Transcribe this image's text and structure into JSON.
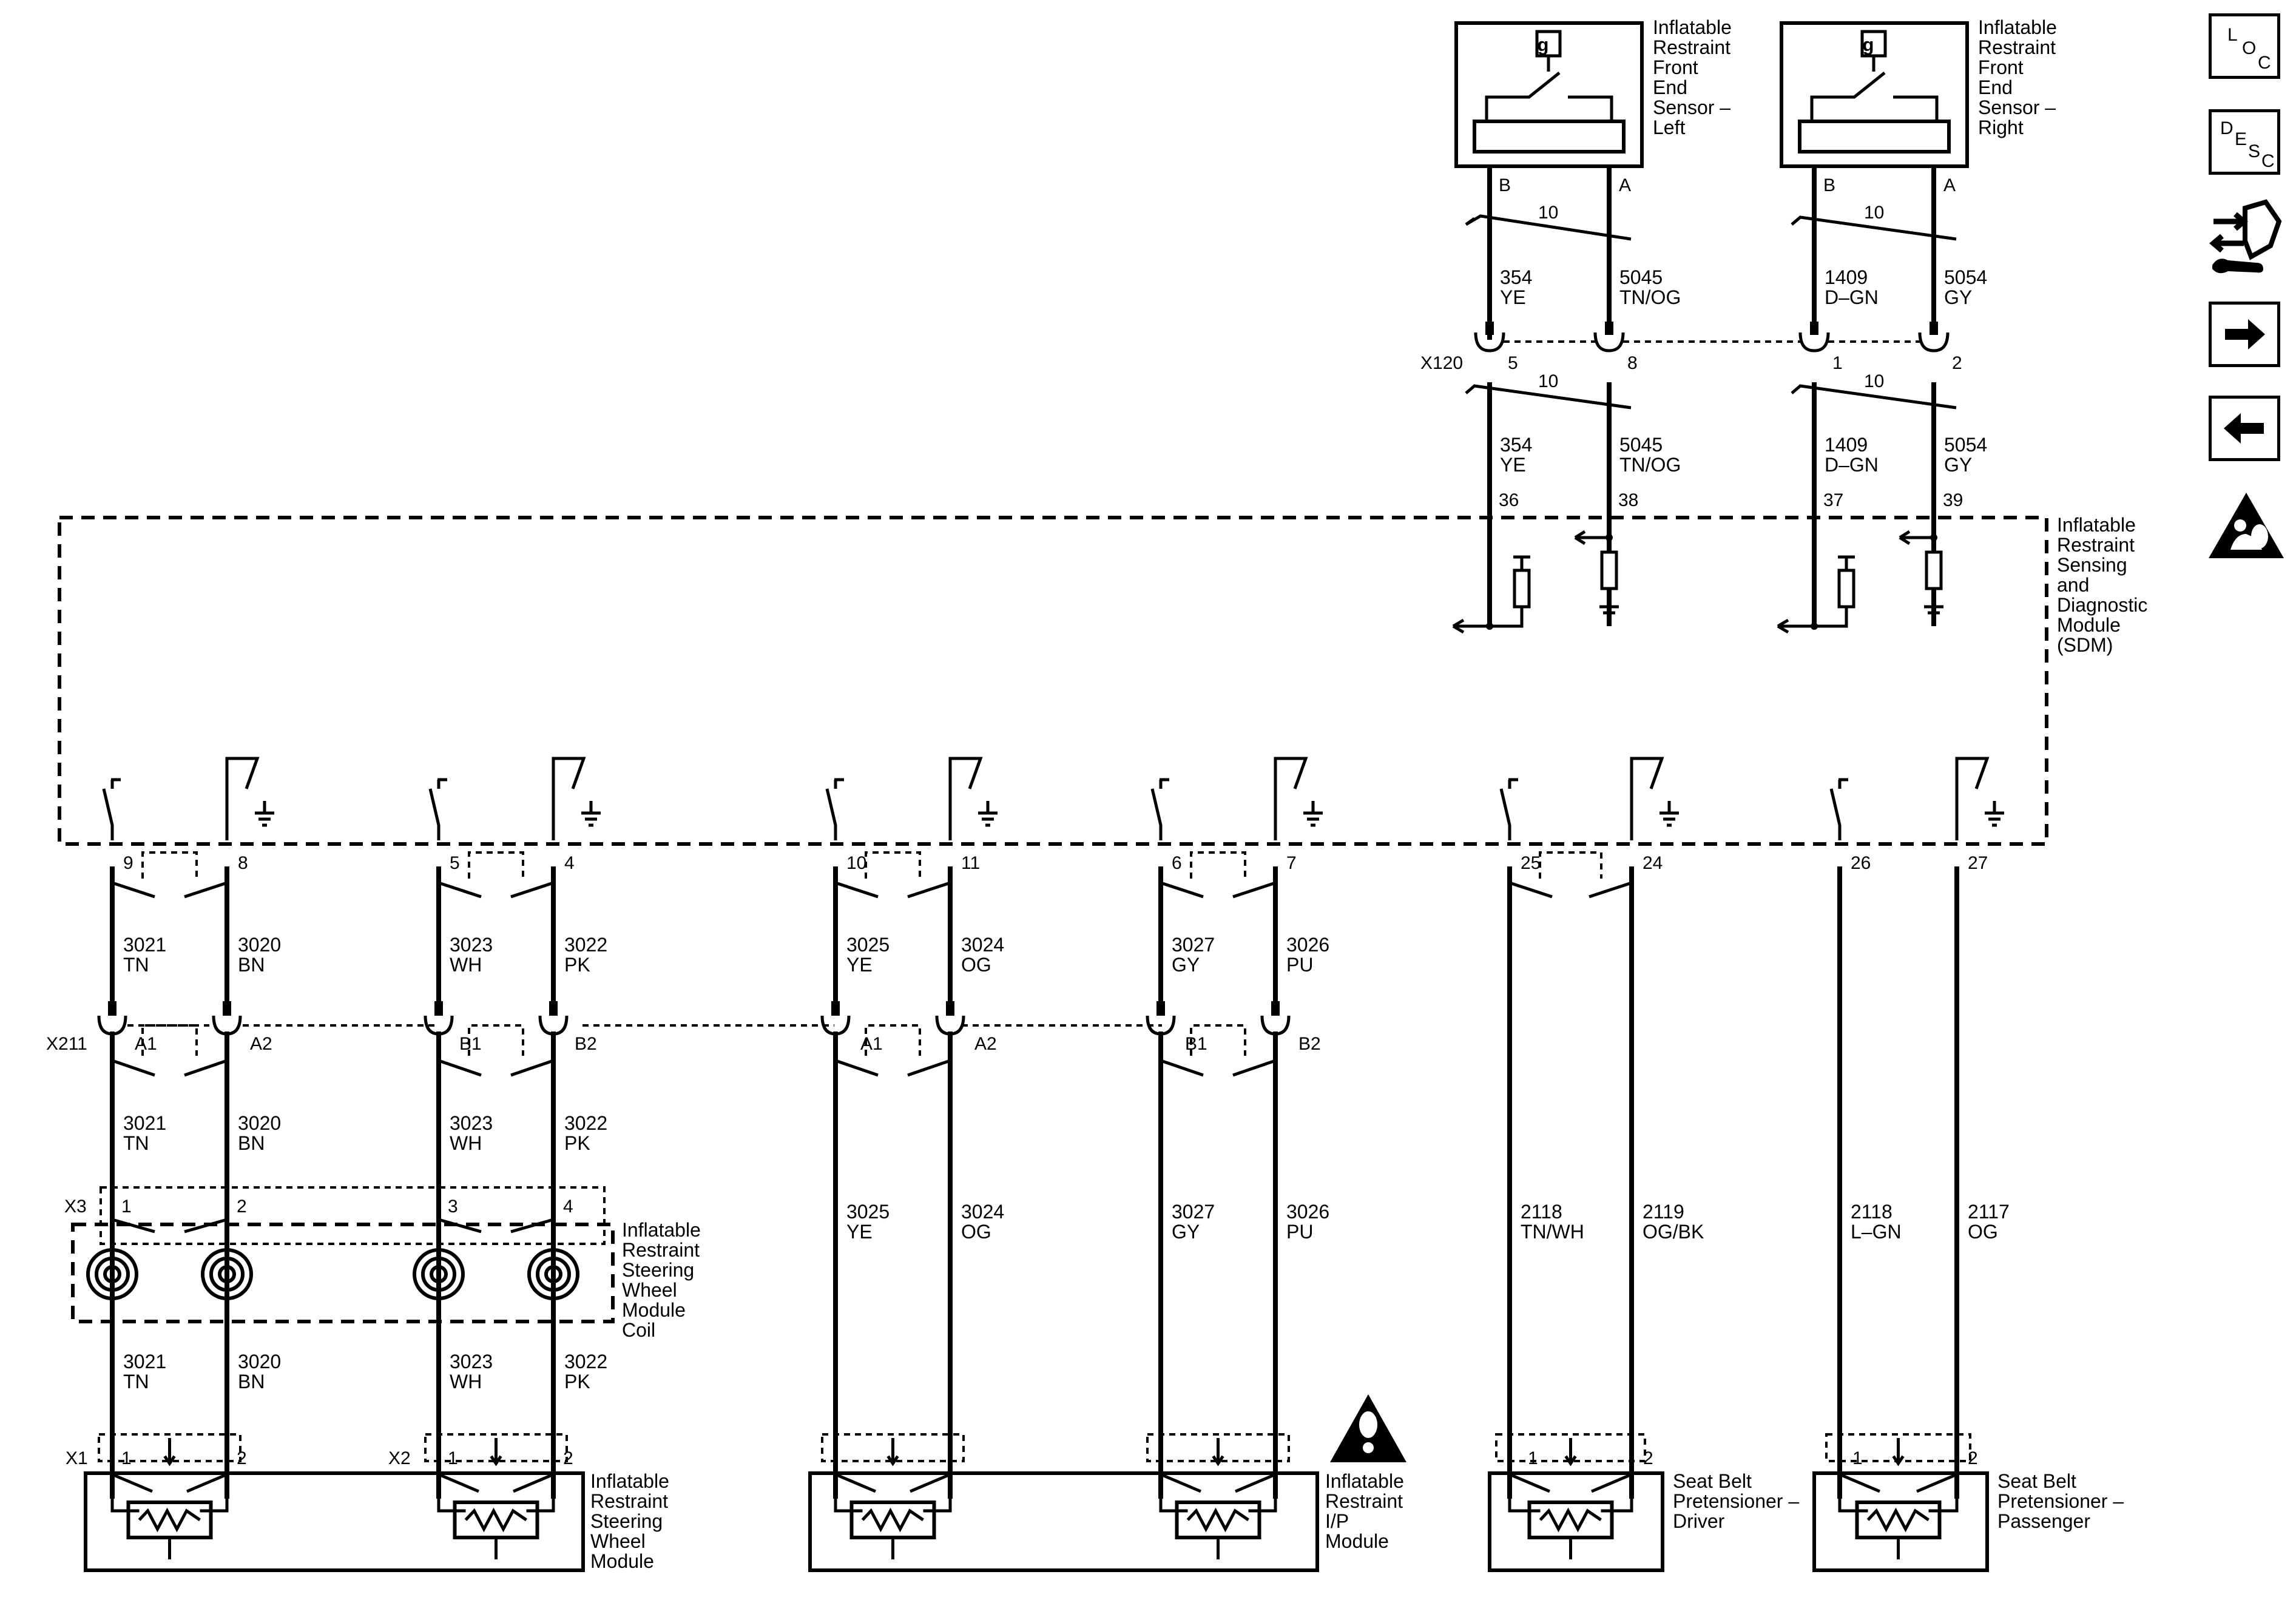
{
  "components": {
    "front_sensor_left": {
      "name": "Inflatable Restraint Front End Sensor – Left",
      "lines": [
        "Inflatable",
        "Restraint",
        "Front",
        "End",
        "Sensor –",
        "Left"
      ],
      "icon": "g",
      "pins": [
        "B",
        "A"
      ]
    },
    "front_sensor_right": {
      "name": "Inflatable Restraint Front End Sensor – Right",
      "lines": [
        "Inflatable",
        "Restraint",
        "Front",
        "End",
        "Sensor –",
        "Right"
      ],
      "icon": "g",
      "pins": [
        "B",
        "A"
      ]
    },
    "sdm": {
      "lines": [
        "Inflatable",
        "Restraint",
        "Sensing",
        "and",
        "Diagnostic",
        "Module",
        "(SDM)"
      ]
    },
    "steering_coil": {
      "lines": [
        "Inflatable",
        "Restraint",
        "Steering",
        "Wheel",
        "Module",
        "Coil"
      ]
    },
    "steering_module": {
      "lines": [
        "Inflatable",
        "Restraint",
        "Steering",
        "Wheel",
        "Module"
      ]
    },
    "ip_module": {
      "lines": [
        "Inflatable",
        "Restraint",
        "I/P",
        "Module"
      ]
    },
    "pretensioner_driver": {
      "lines": [
        "Seat Belt",
        "Pretensioner –",
        "Driver"
      ]
    },
    "pretensioner_passenger": {
      "lines": [
        "Seat Belt",
        "Pretensioner –",
        "Passenger"
      ]
    }
  },
  "connectors": {
    "x120": {
      "name": "X120",
      "pins": [
        "5",
        "8",
        "1",
        "2"
      ]
    },
    "x211": {
      "name": "X211",
      "pins": [
        "A1",
        "A2",
        "B1",
        "B2",
        "A1",
        "A2",
        "B1",
        "B2"
      ]
    },
    "x3": {
      "name": "X3",
      "pins": [
        "1",
        "2",
        "3",
        "4"
      ]
    },
    "x1": {
      "name": "X1",
      "pins": [
        "1",
        "2"
      ]
    },
    "x2": {
      "name": "X2",
      "pins": [
        "1",
        "2"
      ]
    }
  },
  "twist_labels": [
    "10",
    "10",
    "10",
    "10"
  ],
  "sdm_pins_top": [
    "36",
    "38",
    "37",
    "39"
  ],
  "sdm_pins_bottom": [
    "9",
    "8",
    "5",
    "4",
    "10",
    "11",
    "6",
    "7",
    "25",
    "24",
    "26",
    "27"
  ],
  "wires": {
    "front": [
      {
        "circuit": "354",
        "color": "YE"
      },
      {
        "circuit": "5045",
        "color": "TN/OG"
      },
      {
        "circuit": "1409",
        "color": "D–GN"
      },
      {
        "circuit": "5054",
        "color": "GY"
      }
    ],
    "bottom": [
      {
        "circuit": "3021",
        "color": "TN"
      },
      {
        "circuit": "3020",
        "color": "BN"
      },
      {
        "circuit": "3023",
        "color": "WH"
      },
      {
        "circuit": "3022",
        "color": "PK"
      },
      {
        "circuit": "3025",
        "color": "YE"
      },
      {
        "circuit": "3024",
        "color": "OG"
      },
      {
        "circuit": "3027",
        "color": "GY"
      },
      {
        "circuit": "3026",
        "color": "PU"
      },
      {
        "circuit": "2118",
        "color": "TN/WH"
      },
      {
        "circuit": "2119",
        "color": "OG/BK"
      },
      {
        "circuit": "2118",
        "color": "L–GN"
      },
      {
        "circuit": "2117",
        "color": "OG"
      }
    ]
  },
  "sidebar": {
    "loc": {
      "letters": [
        "L",
        "O",
        "C"
      ]
    },
    "desc": {
      "letters": [
        "D",
        "E",
        "S",
        "C"
      ]
    }
  }
}
